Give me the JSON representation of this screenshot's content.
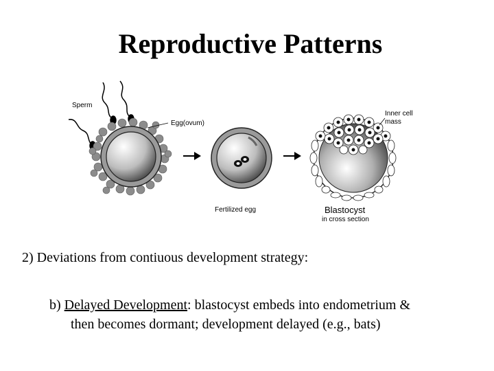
{
  "slide": {
    "title": "Reproductive Patterns",
    "figure": {
      "labels": {
        "sperm": "Sperm",
        "egg": "Egg(ovum)",
        "inner_cell_mass_1": "Inner cell",
        "inner_cell_mass_2": "mass",
        "fertilized_egg": "Fertilized egg",
        "blastocyst": "Blastocyst",
        "cross_section": "in cross section"
      }
    },
    "point": "2)  Deviations from contiuous development strategy:",
    "sub": {
      "prefix": "b) ",
      "term": "Delayed Development",
      "text_line1": ": blastocyst embeds into endometrium &",
      "text_line2": "then becomes dormant; development delayed (e.g., bats)"
    }
  }
}
